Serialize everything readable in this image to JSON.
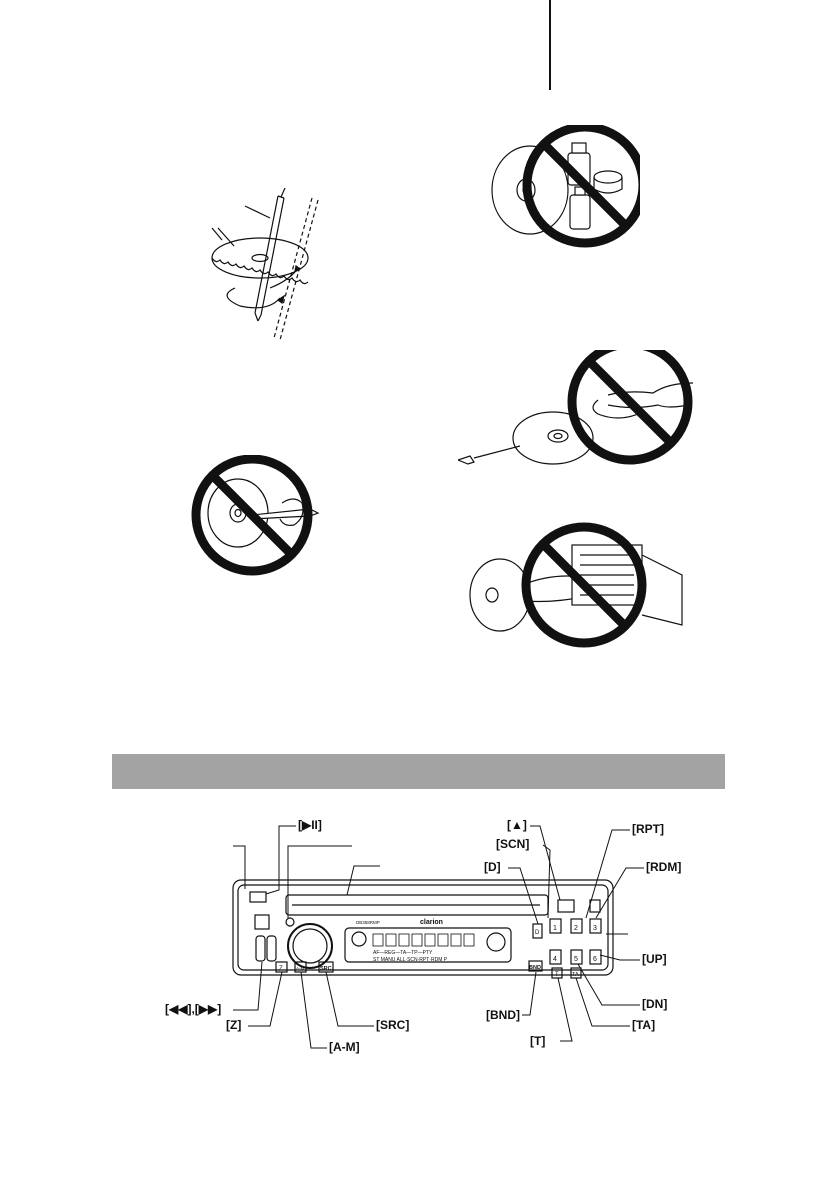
{
  "labels": {
    "play_pause": "[▶II]",
    "eject": "[▲]",
    "rpt": "[RPT]",
    "scn": "[SCN]",
    "d": "[D]",
    "rdm": "[RDM]",
    "up": "[UP]",
    "dn": "[DN]",
    "bnd": "[BND]",
    "ta": "[TA]",
    "t": "[T]",
    "seek": "[◀◀],[▶▶]",
    "z": "[Z]",
    "src": "[SRC]",
    "am": "[A-M]"
  },
  "panel_text": {
    "brand": "clarion",
    "model": "DB358RMP",
    "display_line1": "AF—REG—TA—TP—PTY",
    "display_line2": "ST MANU ALL·SCN·RPT·RDM P",
    "key_src": "SRC",
    "key_bnd": "BND",
    "key_z": "Z",
    "key_am": "A-M",
    "key_d": "D",
    "key_1": "1",
    "key_2": "2",
    "key_3": "3",
    "key_4": "4",
    "key_5": "5",
    "key_6": "6",
    "key_t": "T",
    "key_ta": "TA"
  },
  "colors": {
    "section_bar": "#a3a3a3",
    "ink": "#111111"
  }
}
